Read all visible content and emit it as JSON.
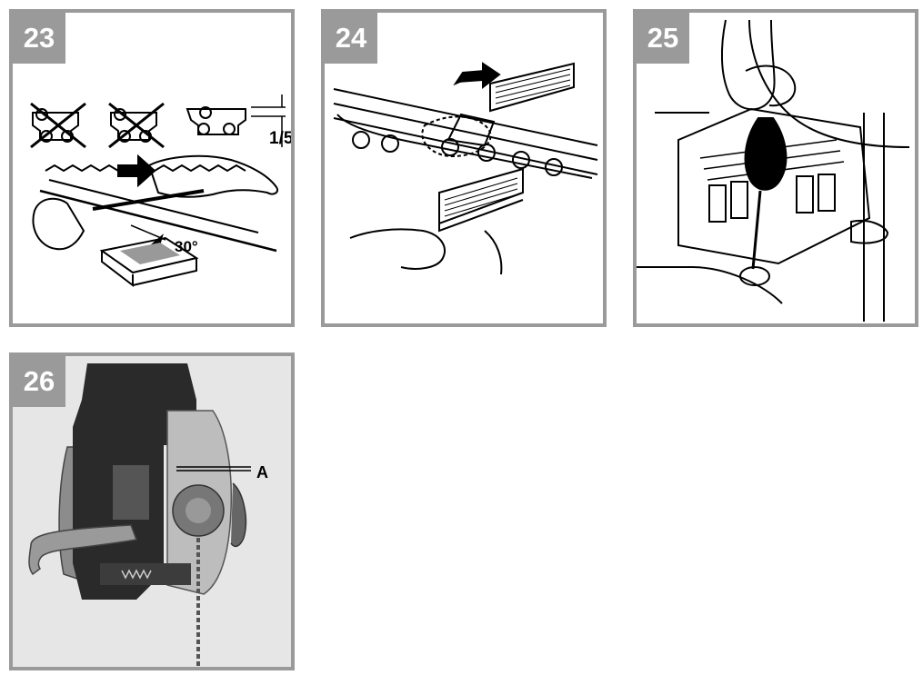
{
  "figures": [
    {
      "number": "23",
      "labels": {
        "angle": "30°",
        "fraction": "1/5"
      }
    },
    {
      "number": "24"
    },
    {
      "number": "25"
    },
    {
      "number": "26",
      "labels": {
        "callout": "A"
      }
    }
  ]
}
